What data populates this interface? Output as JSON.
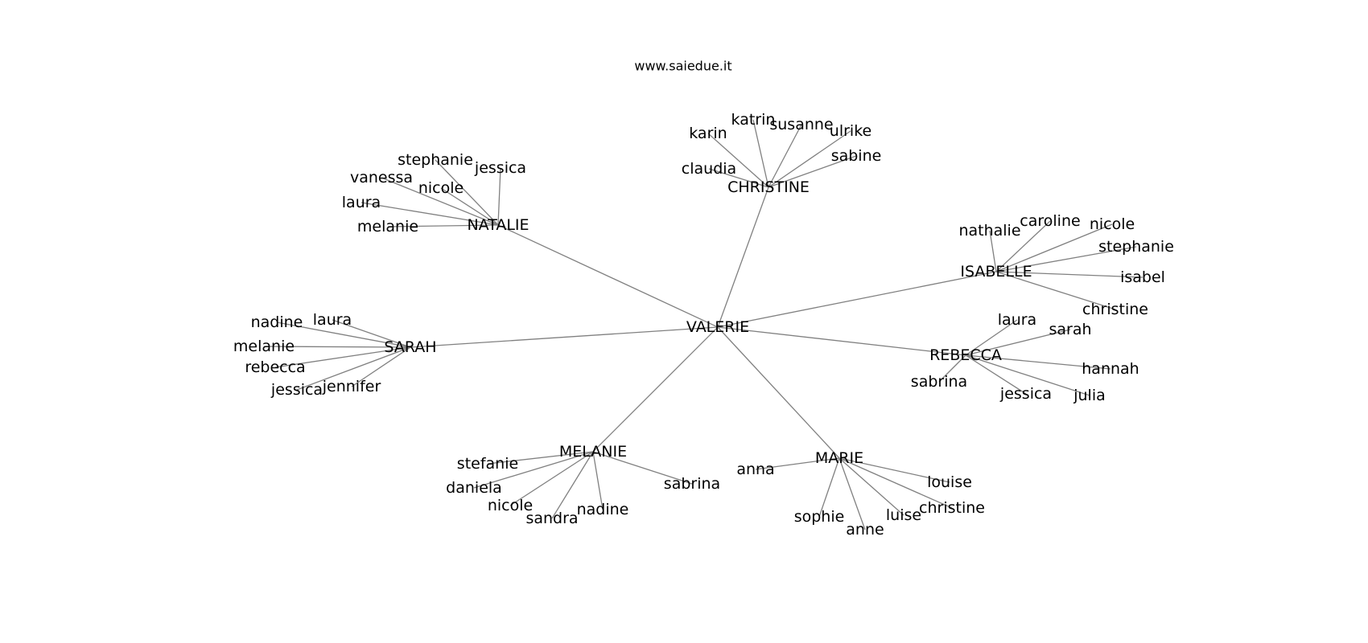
{
  "title": "www.saiedue.it",
  "colors": {
    "edge": "#808080",
    "text": "#000000",
    "background": "#ffffff"
  },
  "graph": {
    "root": {
      "id": "valerie",
      "label": "VALERIE"
    },
    "hubs": [
      {
        "id": "christine",
        "label": "CHRISTINE",
        "children": [
          "karin",
          "katrin",
          "susanne",
          "ulrike",
          "sabine",
          "claudia"
        ]
      },
      {
        "id": "natalie",
        "label": "NATALIE",
        "children": [
          "stephanie",
          "jessica",
          "vanessa",
          "nicole",
          "laura",
          "melanie"
        ]
      },
      {
        "id": "isabelle",
        "label": "ISABELLE",
        "children": [
          "nathalie",
          "caroline",
          "nicole",
          "stephanie",
          "isabel",
          "christine"
        ]
      },
      {
        "id": "sarah",
        "label": "SARAH",
        "children": [
          "nadine",
          "laura",
          "melanie",
          "rebecca",
          "jessica",
          "jennifer"
        ]
      },
      {
        "id": "rebecca",
        "label": "REBECCA",
        "children": [
          "laura",
          "sarah",
          "hannah",
          "sabrina",
          "jessica",
          "julia"
        ]
      },
      {
        "id": "melanie",
        "label": "MELANIE",
        "children": [
          "stefanie",
          "daniela",
          "nicole",
          "sandra",
          "nadine",
          "sabrina"
        ]
      },
      {
        "id": "marie",
        "label": "MARIE",
        "children": [
          "anna",
          "louise",
          "christine",
          "luise",
          "sophie",
          "anne"
        ]
      }
    ]
  }
}
